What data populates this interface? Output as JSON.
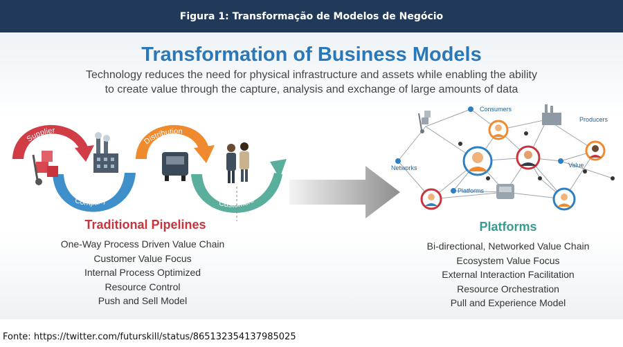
{
  "header": {
    "figure_title": "Figura 1: Transformação de Modelos de Negócio"
  },
  "main": {
    "title": "Transformation of Business Models",
    "subtitle_line1": "Technology reduces the need for physical infrastructure and assets while enabling the ability",
    "subtitle_line2": "to create value through the capture, analysis and exchange of large amounts of data"
  },
  "pipeline": {
    "flow_labels": {
      "supplier": "Supplier",
      "company": "Company",
      "distribution": "Distribution",
      "customers": "Customers"
    },
    "title": "Traditional Pipelines",
    "items": [
      "One-Way Process Driven Value Chain",
      "Customer Value Focus",
      "Internal Process Optimized",
      "Resource Control",
      "Push and Sell Model"
    ]
  },
  "platforms": {
    "network_labels": {
      "consumers": "Consumers",
      "producers": "Producers",
      "networks": "Networks",
      "value": "Value",
      "platforms": "Platforms"
    },
    "title": "Platforms",
    "items": [
      "Bi-directional, Networked Value Chain",
      "Ecosystem Value Focus",
      "External Interaction Facilitation",
      "Resource Orchestration",
      "Pull and Experience Model"
    ]
  },
  "footer": {
    "source": "Fonte: https://twitter.com/futurskill/status/865132354137985025"
  },
  "colors": {
    "header_bg": "#213a5a",
    "title_blue": "#2a78b8",
    "pipeline_red": "#c8343e",
    "platform_teal": "#3a9a90",
    "flow_blue": "#3f8fcb",
    "flow_orange": "#ef8a2e",
    "flow_green": "#5aae9c"
  }
}
